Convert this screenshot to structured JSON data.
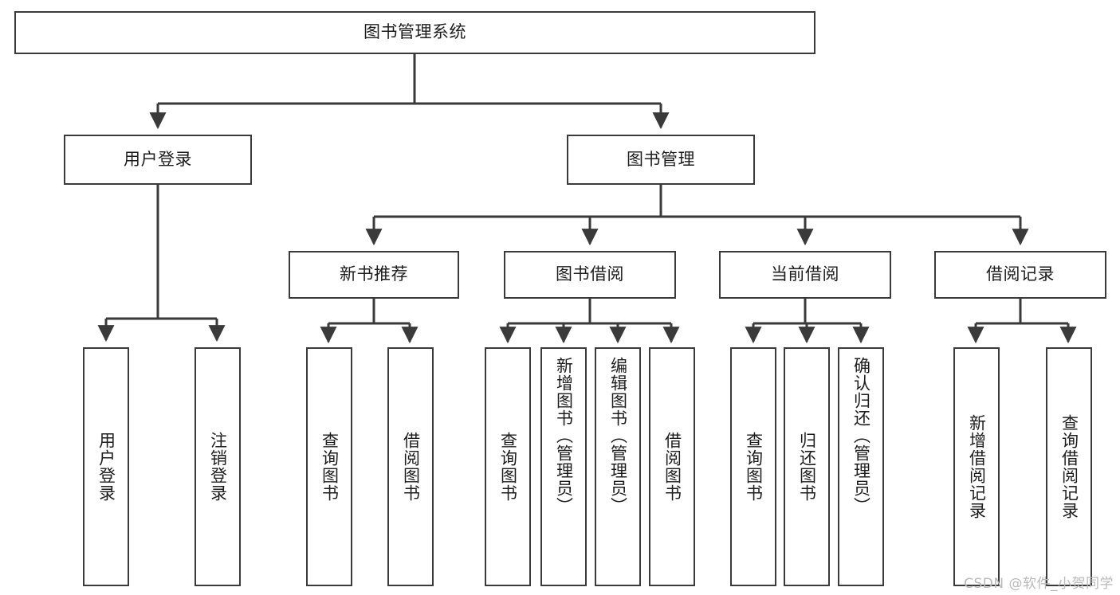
{
  "diagram": {
    "title": "图书管理系统",
    "type": "tree-hierarchy-chart",
    "line_color": "#3a3a3a",
    "box_fill": "#ffffff",
    "text_color": "#1d1d1d"
  },
  "root": {
    "label": "图书管理系统"
  },
  "level2": [
    {
      "label": "用户登录"
    },
    {
      "label": "图书管理"
    }
  ],
  "level3": [
    {
      "label": "新书推荐"
    },
    {
      "label": "图书借阅"
    },
    {
      "label": "当前借阅"
    },
    {
      "label": "借阅记录"
    }
  ],
  "leaves": {
    "user_login": [
      {
        "label": "用户登录"
      },
      {
        "label": "注销登录"
      }
    ],
    "new_book_recommend": [
      {
        "label": "查询图书"
      },
      {
        "label": "借阅图书"
      }
    ],
    "book_borrow": [
      {
        "label": "查询图书"
      },
      {
        "label": "新增图书（管理员）"
      },
      {
        "label": "编辑图书（管理员）"
      },
      {
        "label": "借阅图书"
      }
    ],
    "current_borrow": [
      {
        "label": "查询图书"
      },
      {
        "label": "归还图书"
      },
      {
        "label": "确认归还（管理员）"
      }
    ],
    "borrow_record": [
      {
        "label": "新增借阅记录"
      },
      {
        "label": "查询借阅记录"
      }
    ]
  },
  "watermark": {
    "text": "CSDN @软件_小贺同学"
  }
}
